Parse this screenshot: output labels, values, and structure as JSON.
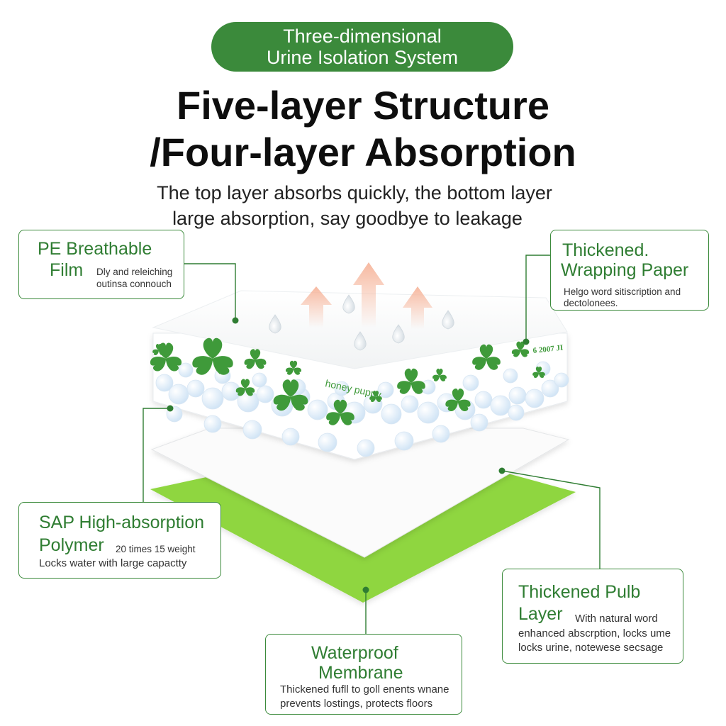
{
  "header": {
    "pill_line1": "Three-dimensional",
    "pill_line2": "Urine Isolation System",
    "title_line1": "Five-layer Structure",
    "title_line2": "/Four-layer Absorption",
    "subtitle_line1": "The top layer absorbs quickly, the bottom layer",
    "subtitle_line2": "large absorption, say goodbye to leakage"
  },
  "brand": {
    "pad_text": "honey puppy",
    "pad_code": "6 2007 JI"
  },
  "labels": {
    "pe_film": {
      "title1": "PE Breathable",
      "title2": "Film",
      "note1": "Dly and releiching",
      "note2": "outinsa connouch"
    },
    "wrapping_paper": {
      "title1": "Thickened.",
      "title2": "Wrapping Paper",
      "note1": "Helgo word sitiscription and",
      "note2": "dectolonees."
    },
    "sap": {
      "title1": "SAP High-absorption",
      "title2": "Polymer",
      "note_inline": "20 times 15 weight",
      "note2": "Locks water with large capactty"
    },
    "pulb": {
      "title1": "Thickened Pulb",
      "title2": "Layer",
      "note_inline": "With natural word",
      "note2": "enhanced abscrption, locks ume",
      "note3": "locks urine, notewese secsage"
    },
    "membrane": {
      "title1": "Waterproof",
      "title2": "Membrane",
      "note1": "Thickened fufll to goll enents wnane",
      "note2": "prevents lostings, protects floors"
    }
  },
  "colors": {
    "accent_green": "#3b8a3b",
    "clover_green": "#3f9a3a",
    "membrane_green": "#8fd63f",
    "arrow_peach": "#f6b59b",
    "sap_bead": "#e6f1fb"
  }
}
